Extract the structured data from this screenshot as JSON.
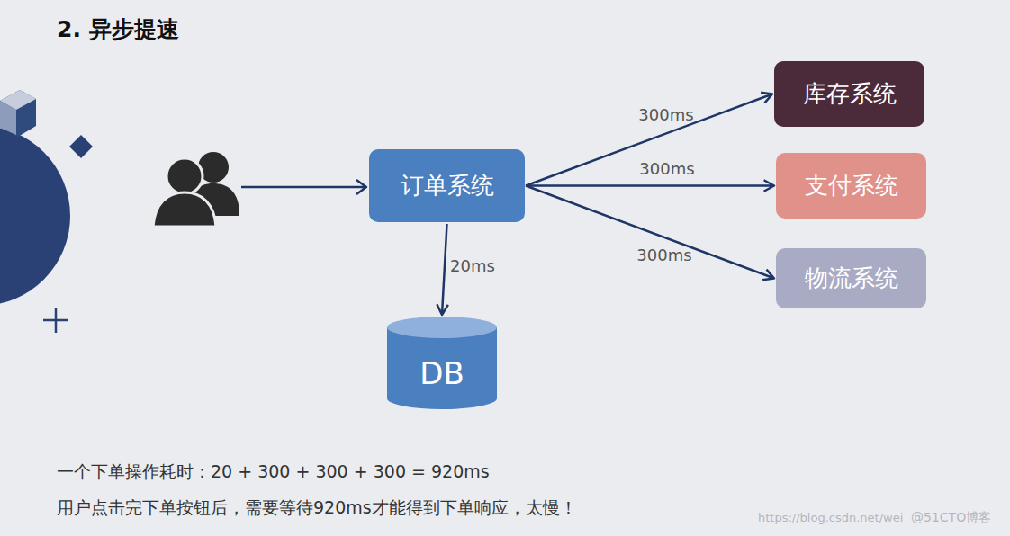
{
  "diagram": {
    "title": "2. 异步提速",
    "nodes": [
      {
        "text": [
          "订单系统"
        ]
      },
      {
        "text": [
          "库存系统"
        ]
      },
      {
        "text": [
          "支付系统"
        ]
      },
      {
        "text": [
          "物流系统"
        ]
      },
      {
        "text": [
          "DB"
        ]
      }
    ],
    "edges": [
      {
        "from": 0,
        "to": 1,
        "label": "300ms",
        "arrow": "to"
      },
      {
        "from": 0,
        "to": 2,
        "label": "300ms",
        "arrow": "to"
      },
      {
        "from": 0,
        "to": 3,
        "label": "300ms",
        "arrow": "to"
      },
      {
        "from": 0,
        "to": 4,
        "label": "20ms",
        "arrow": "to"
      }
    ],
    "labels": [
      "一个下单操作耗时：20 + 300 + 300 + 300 = 920ms",
      "用户点击完下单按钮后，需要等待920ms才能得到下单响应，太慢！",
      "https://blog.csdn.net/wei",
      "@51CTO博客"
    ]
  }
}
